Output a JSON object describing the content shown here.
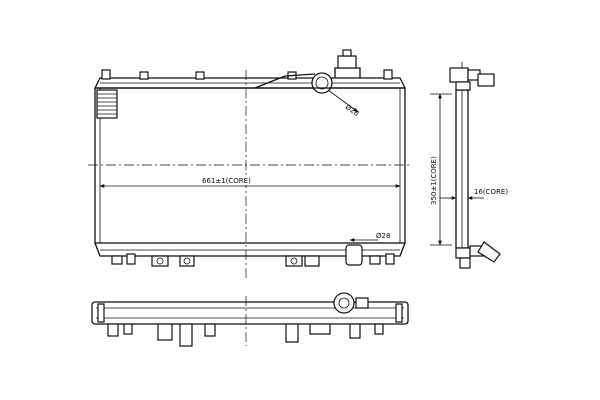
{
  "diagram": {
    "dimensions": {
      "core_width": "661±1(CORE)",
      "core_height": "350±1(CORE)",
      "core_depth": "16(CORE)",
      "inlet_diameter": "Ø28",
      "outlet_diameter": "Ø28"
    },
    "colors": {
      "line": "#111111",
      "background": "#ffffff"
    }
  }
}
